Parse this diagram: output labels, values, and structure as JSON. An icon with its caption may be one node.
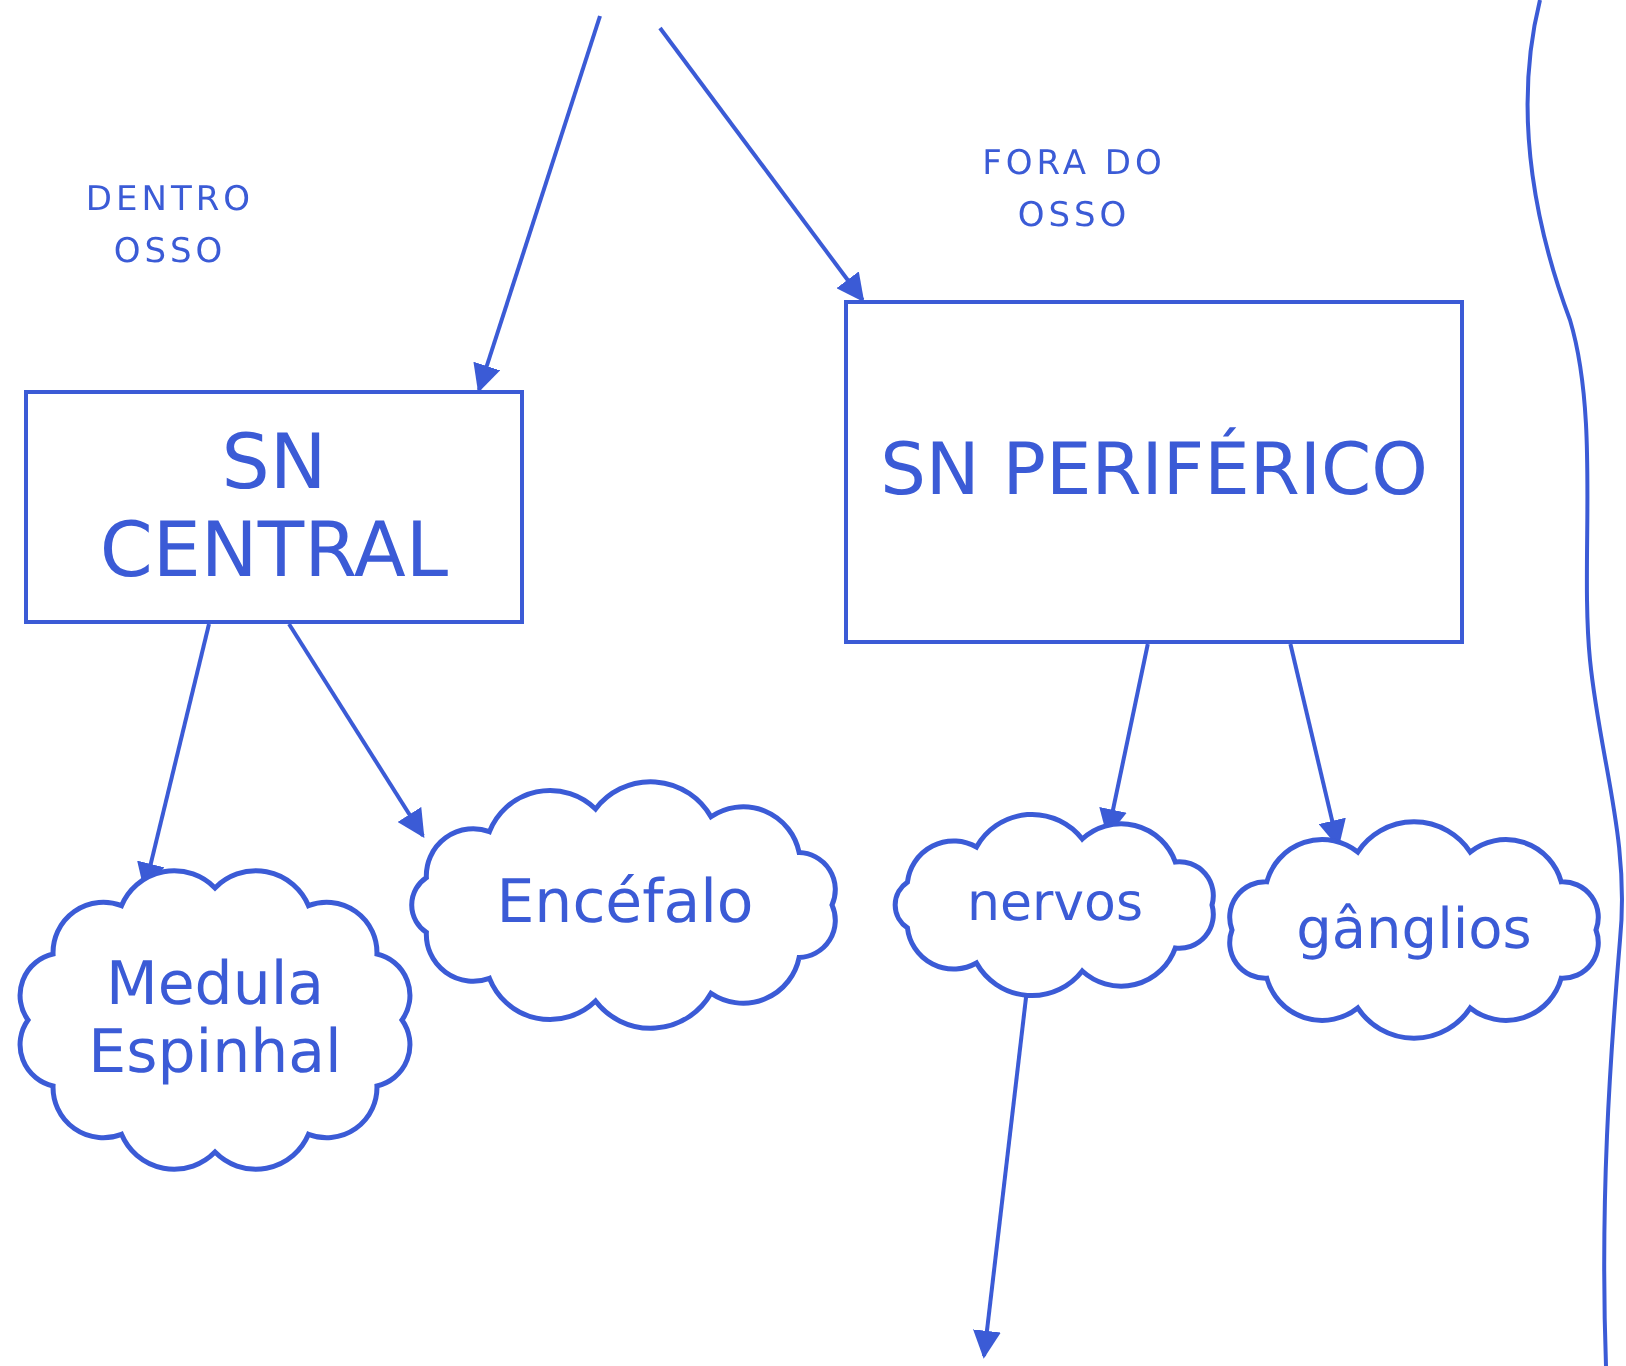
{
  "diagram": {
    "nodes": [
      {
        "text": [
          "SN CENTRAL"
        ]
      },
      {
        "text": [
          "SN PERIFÉRICO"
        ]
      },
      {
        "text": [
          "Medula Espinhal"
        ]
      },
      {
        "text": [
          "Encéfalo"
        ]
      },
      {
        "text": [
          "nervos"
        ]
      },
      {
        "text": [
          "gânglios"
        ]
      }
    ],
    "edges": [
      {
        "from": null,
        "to": 0,
        "arrow": "to"
      },
      {
        "from": null,
        "to": 1,
        "arrow": "to"
      },
      {
        "from": 0,
        "to": 2,
        "arrow": "to"
      },
      {
        "from": 0,
        "to": 3,
        "arrow": "to"
      },
      {
        "from": 1,
        "to": 4,
        "arrow": "to"
      },
      {
        "from": 1,
        "to": 5,
        "arrow": "to"
      },
      {
        "from": 4,
        "to": null,
        "arrow": "to"
      }
    ],
    "labels": [
      "DENTRO OSSO",
      "FORA DO OSSO"
    ]
  }
}
